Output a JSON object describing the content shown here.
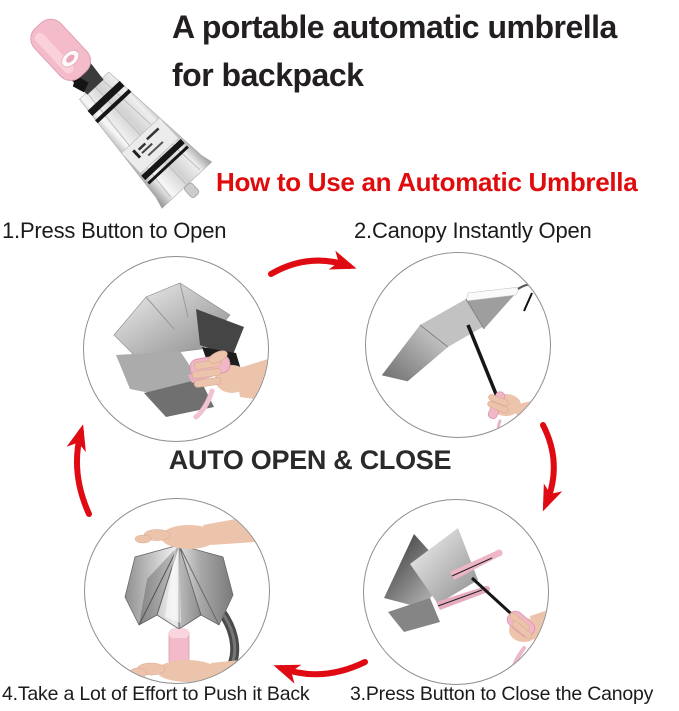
{
  "header": {
    "title_line1": "A portable automatic umbrella",
    "title_line2": "for backpack"
  },
  "how_to": {
    "heading": "How to Use an Automatic Umbrella"
  },
  "cycle": {
    "center_label": "AUTO OPEN & CLOSE",
    "steps": [
      {
        "id": 1,
        "label": "1.Press Button to Open",
        "position": "top-left",
        "illustration": "hand-pressing-button-on-folded-umbrella"
      },
      {
        "id": 2,
        "label": "2.Canopy Instantly Open",
        "position": "top-right",
        "illustration": "open-umbrella-held-in-hand"
      },
      {
        "id": 3,
        "label": "3.Press Button to Close the Canopy",
        "position": "bottom-right",
        "illustration": "hand-pressing-button-umbrella-collapsing"
      },
      {
        "id": 4,
        "label": "4.Take a Lot of Effort to Push it Back",
        "position": "bottom-left",
        "illustration": "hands-pushing-folded-umbrella-closed"
      }
    ],
    "arrows": [
      "step1-to-step2",
      "step2-to-step3",
      "step3-to-step4",
      "step4-to-step1"
    ]
  },
  "product_photo": {
    "illustration": "folded-umbrella-with-pink-handle",
    "handle_color": "#f4bcca",
    "canopy_color": "#d9d9d9"
  },
  "colors": {
    "heading_red": "#e00b0d",
    "arrow_red": "#e00b12",
    "text_black": "#231f20",
    "circle_border": "#8f8f8f",
    "background": "#ffffff"
  }
}
